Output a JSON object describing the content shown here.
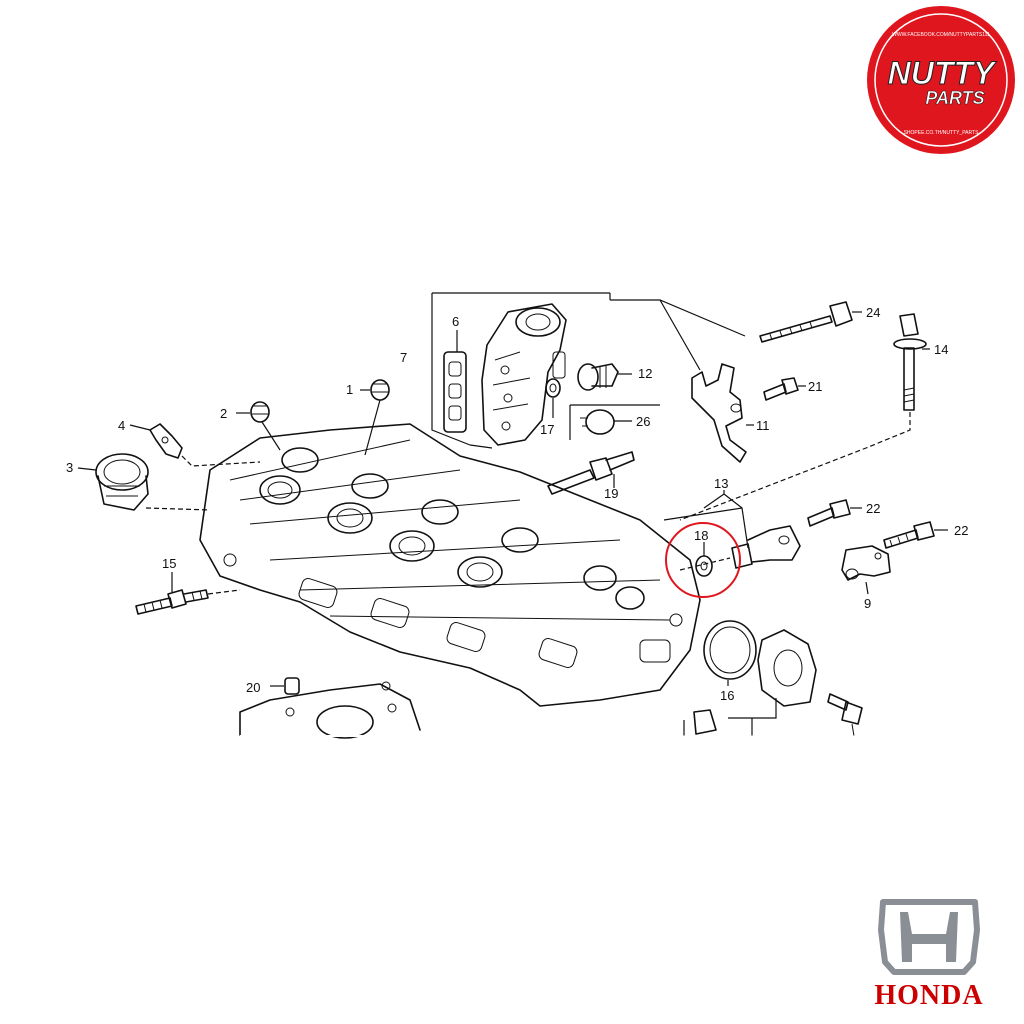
{
  "brand_badge": {
    "line1": "NUTTY",
    "line2": "PARTS",
    "ring_top": "WWW.FACEBOOK.COM/NUTTYPARTS111",
    "ring_bottom": "SHOPEE.CO.TH/NUTTY_PARTS",
    "color": "#e0161f"
  },
  "honda_logo": {
    "wordmark": "HONDA",
    "wordmark_color": "#cc0000",
    "emblem_color": "#8a8f95"
  },
  "diagram": {
    "callouts": {
      "c1": "1",
      "c2": "2",
      "c3": "3",
      "c4": "4",
      "c6": "6",
      "c7": "7",
      "c9": "9",
      "c11": "11",
      "c12": "12",
      "c13": "13",
      "c14": "14",
      "c15": "15",
      "c16": "16",
      "c17": "17",
      "c18": "18",
      "c19": "19",
      "c20": "20",
      "c21": "21",
      "c22a": "22",
      "c22b": "22",
      "c24": "24",
      "c26": "26"
    },
    "highlight_part": "18",
    "highlight_color": "#e0161f"
  }
}
